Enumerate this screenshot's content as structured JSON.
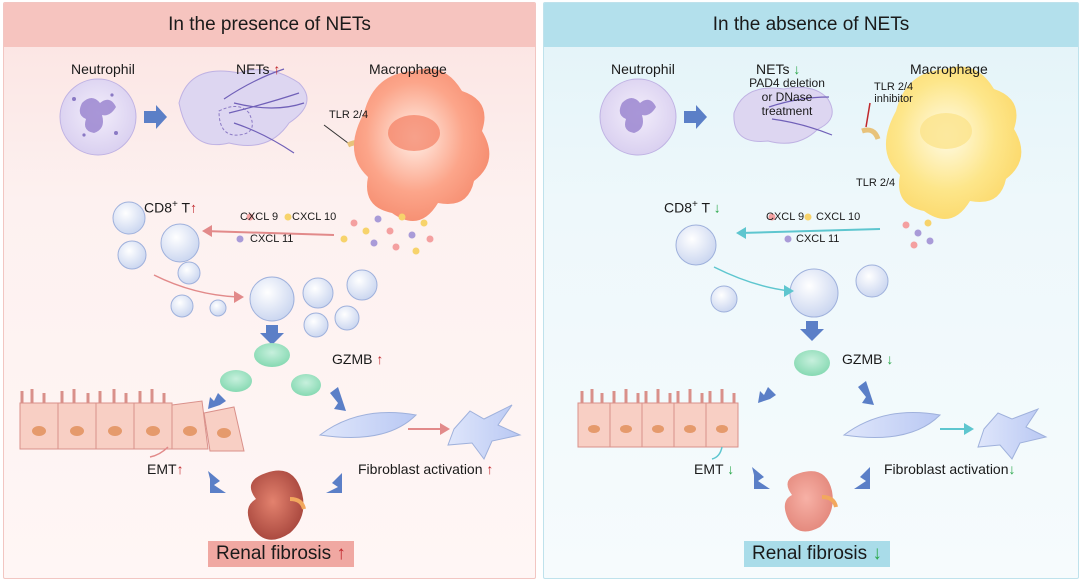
{
  "panels": {
    "presence": {
      "title": "In the presence of NETs",
      "neutrophil": "Neutrophil",
      "nets": "NETs",
      "nets_change": "↑",
      "macrophage": "Macrophage",
      "receptor": "TLR 2/4",
      "cd8": "CD8",
      "cd8_sup": "+",
      "cd8_t": " T",
      "cd8_change": "↑",
      "cxcl9": "CXCL 9",
      "cxcl10": "CXCL 10",
      "cxcl11": "CXCL 11",
      "gzmb": "GZMB",
      "gzmb_change": "↑",
      "emt": "EMT",
      "emt_change": "↑",
      "fibro": "Fibroblast activation",
      "fibro_change": "↑",
      "outcome": "Renal fibrosis",
      "outcome_change": "↑"
    },
    "absence": {
      "title": "In the absence of NETs",
      "neutrophil": "Neutrophil",
      "nets": "NETs",
      "nets_change": "↓",
      "intervention": "PAD4 deletion or DNase treatment",
      "inhibitor_line1": "TLR 2/4",
      "inhibitor_line2": "inhibitor",
      "macrophage": "Macrophage",
      "receptor": "TLR 2/4",
      "cd8": "CD8",
      "cd8_sup": "+",
      "cd8_t": " T",
      "cd8_change": "↓",
      "cxcl9": "CXCL 9",
      "cxcl10": "CXCL 10",
      "cxcl11": "CXCL 11",
      "gzmb": "GZMB",
      "gzmb_change": "↓",
      "emt": "EMT",
      "emt_change": "↓",
      "fibro": "Fibroblast activation",
      "fibro_change": "↓",
      "outcome": "Renal fibrosis",
      "outcome_change": "↓"
    }
  },
  "colors": {
    "up_arrow": "#c0282c",
    "down_arrow": "#2aa84a",
    "flow_arrow": "#5b7fc7",
    "presence_header": "#f6c4bf",
    "absence_header": "#b3e0ec",
    "macrophage_active": "#fb9e7f",
    "macrophage_inactive": "#fde68a"
  }
}
